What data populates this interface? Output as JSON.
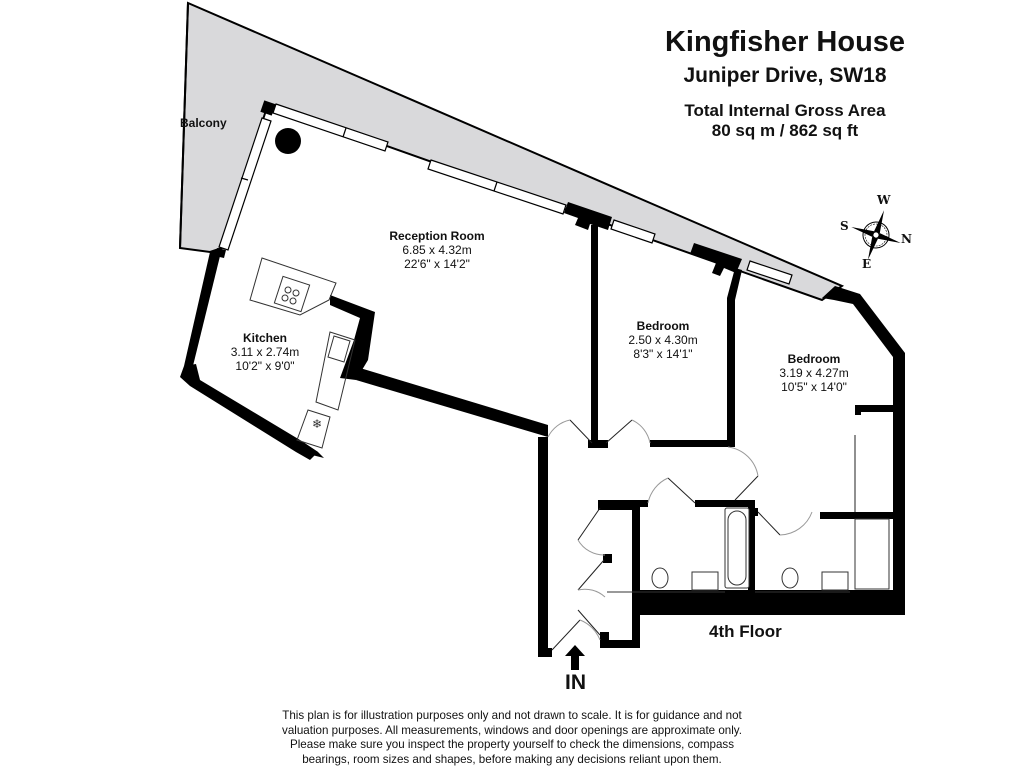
{
  "header": {
    "property_name": "Kingfisher House",
    "address": "Juniper Drive, SW18",
    "area_label": "Total Internal Gross Area",
    "area_value": "80 sq m / 862 sq ft"
  },
  "compass": {
    "icon": "compass-rose-icon",
    "labels": {
      "top": "W",
      "left": "S",
      "right": "N",
      "bottom": "E"
    }
  },
  "rooms": [
    {
      "name": "Reception Room",
      "metric": "6.85 x 4.32m",
      "imperial": "22'6\" x 14'2\""
    },
    {
      "name": "Kitchen",
      "metric": "3.11 x 2.74m",
      "imperial": "10'2\" x 9'0\""
    },
    {
      "name": "Bedroom",
      "metric": "2.50 x 4.30m",
      "imperial": "8'3\" x 14'1\""
    },
    {
      "name": "Bedroom",
      "metric": "3.19 x 4.27m",
      "imperial": "10'5\" x 14'0\""
    }
  ],
  "balcony": {
    "label": "Balcony",
    "fill": "#d9d9db"
  },
  "floor_label": "4th Floor",
  "entrance": {
    "label": "IN",
    "icon": "arrow-up-icon"
  },
  "disclaimer": [
    "This plan is for illustration purposes only and not drawn to scale. It is for guidance and not",
    "valuation purposes. All measurements, windows and door openings are approximate only.",
    "Please make sure you inspect the property yourself to check the dimensions, compass",
    "bearings, room sizes and shapes, before making any decisions reliant upon them."
  ],
  "colors": {
    "wall": "#000000",
    "balcony": "#d9d9db",
    "background": "#ffffff",
    "fixture_line": "#555555"
  }
}
